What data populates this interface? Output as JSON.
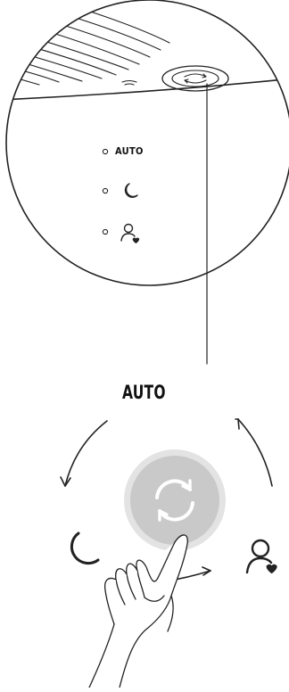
{
  "zoom_view": {
    "mode_indicators": [
      {
        "name": "auto",
        "label": "AUTO"
      },
      {
        "name": "sleep",
        "icon": "moon-icon"
      },
      {
        "name": "favorite",
        "icon": "person-heart-icon"
      }
    ],
    "button_icon": "cycle-arrows-icon"
  },
  "operation": {
    "current_mode_label": "AUTO",
    "left_mode_icon": "moon-icon",
    "right_mode_icon": "person-heart-icon",
    "button_icon": "cycle-arrows-icon",
    "gesture": "finger-press"
  }
}
